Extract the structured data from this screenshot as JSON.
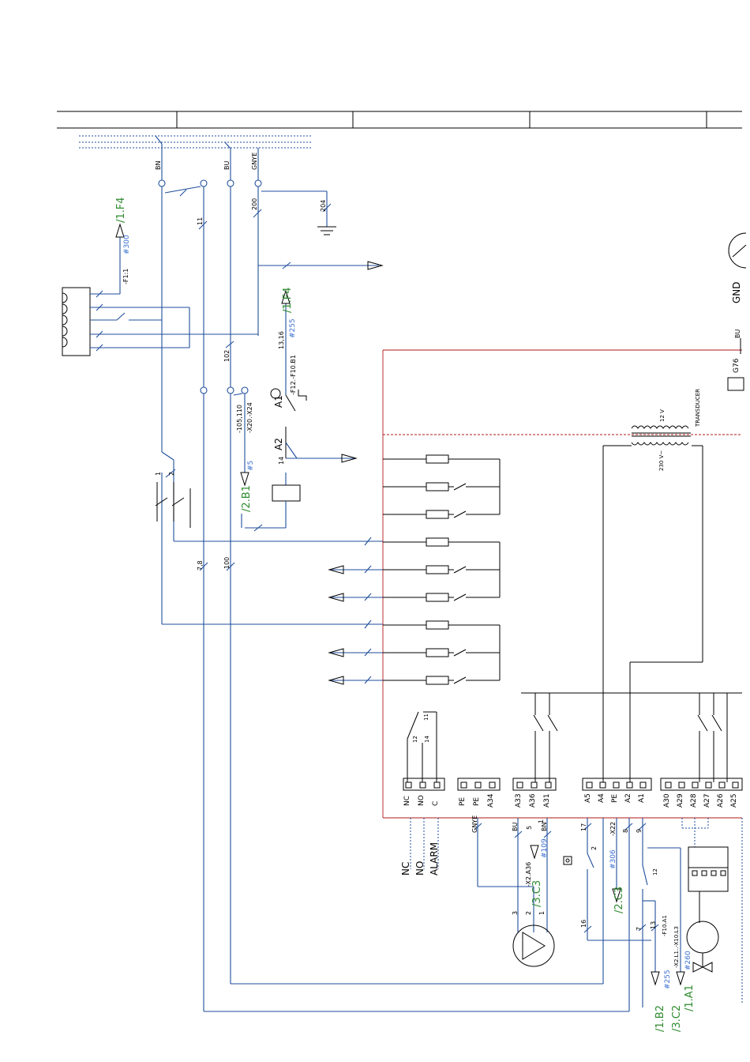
{
  "terminals_top": {
    "bn": "BN",
    "bu": "BU",
    "gnye": "GNYE"
  },
  "wire_numbers": {
    "w11": "11",
    "w200": "200",
    "w204": "204",
    "w102": "102",
    "w78": "7,8",
    "w100": "100",
    "w1": "1",
    "w2": "2"
  },
  "left_block": {
    "ref": "-F1:1",
    "code": "#300",
    "xref": "/1.F4"
  },
  "relay": {
    "xref": "/1.F4",
    "code": "#255",
    "terms": "13,16",
    "ref": "-F12.-F10.B1",
    "a1": "A1",
    "a2": "A2",
    "t14": "14",
    "conn_terms": "-105,110",
    "conn_ref": "-X20.-X24",
    "code2": "#5",
    "xref2": "/2.B1"
  },
  "transformer": {
    "secondary": "12 V",
    "primary": "230 V~",
    "label": "TRANSDUCER"
  },
  "right_panel": {
    "gnd": "GND",
    "bu": "BU",
    "g76": "G76"
  },
  "alarm_contacts": {
    "c11": "11",
    "c12": "12",
    "c14": "14"
  },
  "strip1": {
    "labels": [
      "NC",
      "NO",
      "C"
    ]
  },
  "strip2": {
    "labels": [
      "PE",
      "PE",
      "A34"
    ]
  },
  "strip3": {
    "labels": [
      "A33",
      "A36",
      "A31"
    ]
  },
  "strip4": {
    "labels": [
      "A5",
      "A4",
      "PE",
      "A2",
      "A1"
    ]
  },
  "strip5": {
    "labels": [
      "A30",
      "A29",
      "A28",
      "A27",
      "A26",
      "A25"
    ]
  },
  "alarm_labels": {
    "nc": "NC",
    "no": "NO",
    "alarm": "ALARM"
  },
  "pump": {
    "gnye": "GNYE",
    "bu": "BU",
    "bn": "BN",
    "t5": "5",
    "t1": "1",
    "t3": "3",
    "t2": "2",
    "t1b": "1",
    "ref": "-X2.A36",
    "xref": "/3.C3",
    "code": "#109"
  },
  "switch_block": {
    "t17": "17",
    "x22": "-X22",
    "t8": "8",
    "t9": "9",
    "t2": "2",
    "code": "#306",
    "xref": "/2.C3",
    "t16": "16",
    "t7": "7",
    "t13": "13",
    "t12": "12",
    "ref": "-F10.A1",
    "ref2": "-X2.L1..-X10.L3",
    "code1": "#255",
    "code2": "#260",
    "xref1": "/1.B2",
    "xref2": "/3.C2",
    "xref3": "/1.A1"
  }
}
